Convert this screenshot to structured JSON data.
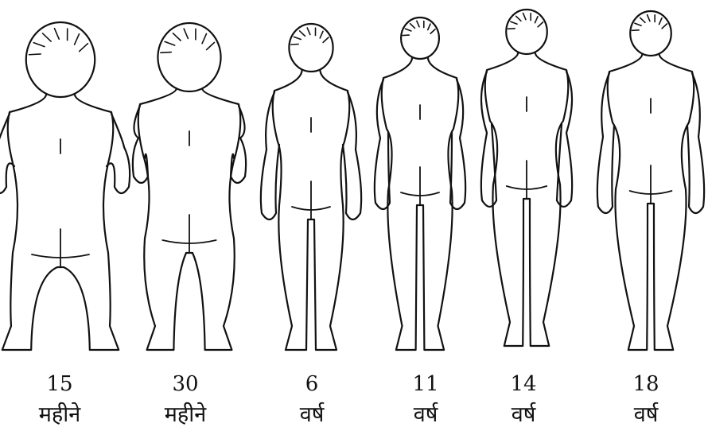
{
  "stages": [
    {
      "id": "infant-15m",
      "age": "15",
      "unit": "महीने"
    },
    {
      "id": "toddler-30m",
      "age": "30",
      "unit": "महीने"
    },
    {
      "id": "child-6y",
      "age": "6",
      "unit": "वर्ष"
    },
    {
      "id": "child-11y",
      "age": "11",
      "unit": "वर्ष"
    },
    {
      "id": "teen-14y",
      "age": "14",
      "unit": "वर्ष"
    },
    {
      "id": "youth-18y",
      "age": "18",
      "unit": "वर्ष"
    }
  ]
}
